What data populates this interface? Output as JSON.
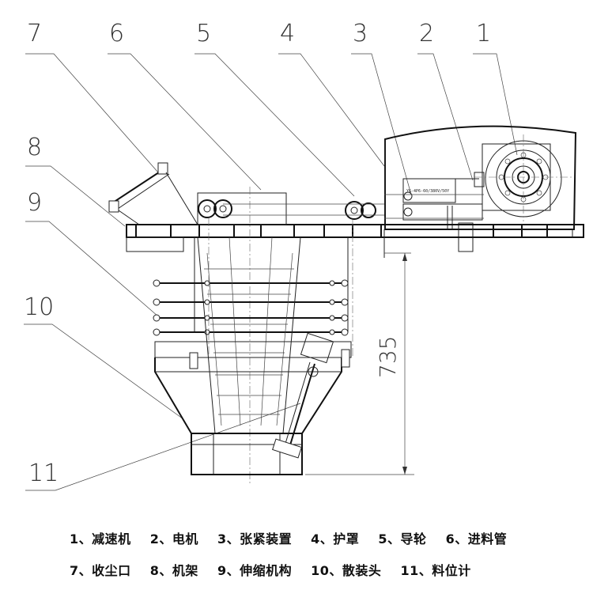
{
  "callouts": [
    {
      "num": "1",
      "label": "减速机"
    },
    {
      "num": "2",
      "label": "电机"
    },
    {
      "num": "3",
      "label": "张紧装置"
    },
    {
      "num": "4",
      "label": "护罩"
    },
    {
      "num": "5",
      "label": "导轮"
    },
    {
      "num": "6",
      "label": "进料管"
    },
    {
      "num": "7",
      "label": "收尘口"
    },
    {
      "num": "8",
      "label": "机架"
    },
    {
      "num": "9",
      "label": "伸缩机构"
    },
    {
      "num": "10",
      "label": "散装头"
    },
    {
      "num": "11",
      "label": "料位计"
    }
  ],
  "dimension": {
    "value": "735"
  },
  "motor_plate": {
    "text": "YG-4P6-60/380V/50Y"
  },
  "legend": {
    "row1": [
      "1、减速机",
      "2、电机",
      "3、张紧装置",
      "4、护罩",
      "5、导轮",
      "6、进料管"
    ],
    "row2": [
      "7、收尘口",
      "8、机架",
      "9、伸缩机构",
      "10、散装头",
      "11、料位计"
    ]
  }
}
